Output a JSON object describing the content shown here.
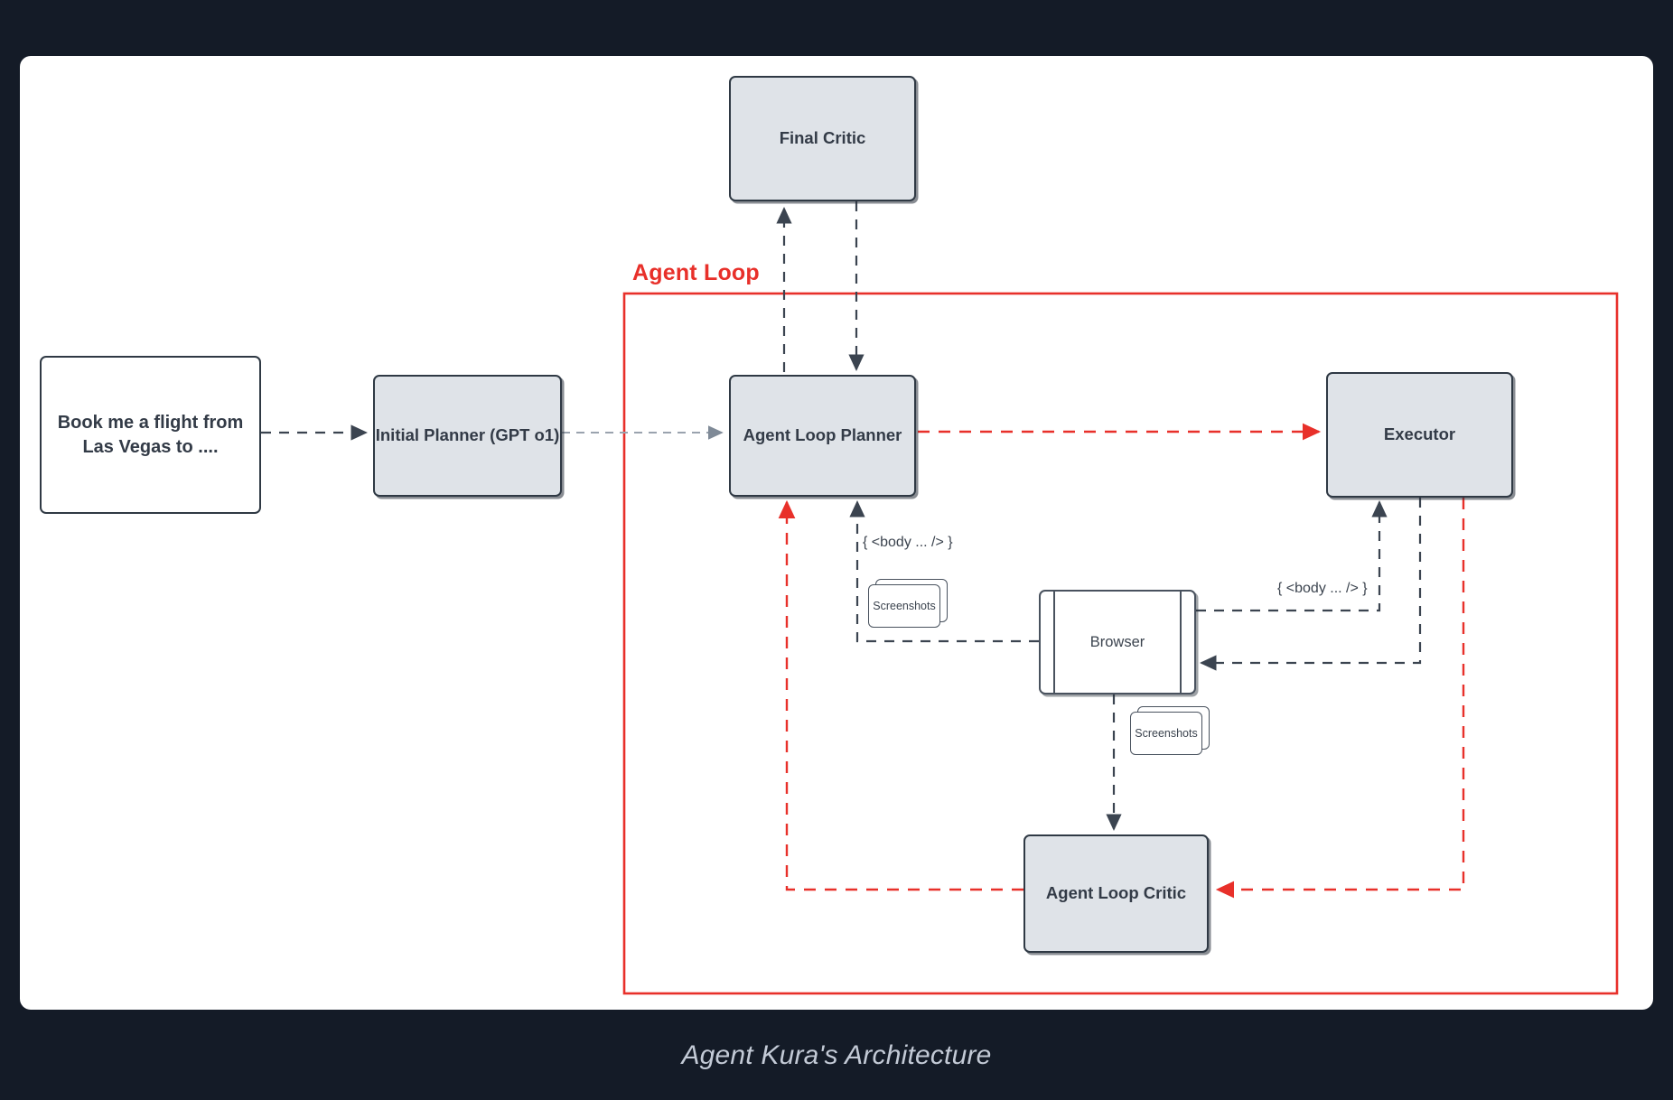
{
  "caption": "Agent Kura's Architecture",
  "colors": {
    "background": "#141b27",
    "canvas": "#ffffff",
    "node_fill": "#dfe3e8",
    "node_stroke": "#2f3944",
    "accent_red": "#e8302a",
    "edge_gray": "#4a5361",
    "caption_text": "#c3cad6"
  },
  "groups": {
    "agent_loop": {
      "label": "Agent Loop",
      "color": "#e8302a"
    }
  },
  "nodes": {
    "prompt": {
      "label": "Book me a flight from Las Vegas to ....",
      "shape": "rect",
      "fill": "#ffffff"
    },
    "initial_planner": {
      "label": "Initial Planner (GPT o1)",
      "shape": "rect",
      "fill": "#dfe3e8"
    },
    "final_critic": {
      "label": "Final Critic",
      "shape": "rect",
      "fill": "#dfe3e8"
    },
    "agent_loop_planner": {
      "label": "Agent Loop Planner",
      "shape": "rect",
      "fill": "#dfe3e8"
    },
    "executor": {
      "label": "Executor",
      "shape": "rect",
      "fill": "#dfe3e8"
    },
    "browser": {
      "label": "Browser",
      "shape": "process",
      "fill": "#ffffff"
    },
    "agent_loop_critic": {
      "label": "Agent Loop Critic",
      "shape": "rect",
      "fill": "#dfe3e8"
    },
    "screenshots_planner": {
      "label": "Screenshots",
      "shape": "multi-document",
      "fill": "#ffffff"
    },
    "screenshots_critic": {
      "label": "Screenshots",
      "shape": "multi-document",
      "fill": "#ffffff"
    }
  },
  "edge_labels": {
    "body_to_planner": "{ <body ... /> }",
    "body_to_executor": "{ <body ... /> }"
  },
  "edges": [
    {
      "from": "prompt",
      "to": "initial_planner",
      "style": "dashed",
      "color": "#4a5361",
      "arrow": true
    },
    {
      "from": "initial_planner",
      "to": "agent_loop_planner",
      "style": "dashed",
      "color": "#9aa3ae",
      "arrow": true
    },
    {
      "from": "agent_loop_planner",
      "to": "final_critic",
      "style": "dashed",
      "color": "#4a5361",
      "arrow": true
    },
    {
      "from": "final_critic",
      "to": "agent_loop_planner",
      "style": "dashed",
      "color": "#4a5361",
      "arrow": true
    },
    {
      "from": "agent_loop_planner",
      "to": "executor",
      "style": "dashed",
      "color": "#e8302a",
      "arrow": true
    },
    {
      "from": "executor",
      "to": "browser",
      "style": "dashed",
      "color": "#4a5361",
      "arrow": true
    },
    {
      "from": "browser",
      "to": "executor",
      "style": "dashed",
      "color": "#4a5361",
      "arrow": true,
      "label": "{ <body ... /> }"
    },
    {
      "from": "browser",
      "to": "agent_loop_planner",
      "style": "dashed",
      "color": "#4a5361",
      "arrow": true,
      "label": "{ <body ... /> }"
    },
    {
      "from": "browser",
      "to": "agent_loop_critic",
      "style": "dashed",
      "color": "#4a5361",
      "arrow": true
    },
    {
      "from": "executor",
      "to": "agent_loop_critic",
      "style": "dashed",
      "color": "#e8302a",
      "arrow": true
    },
    {
      "from": "agent_loop_critic",
      "to": "agent_loop_planner",
      "style": "dashed",
      "color": "#e8302a",
      "arrow": true
    }
  ]
}
